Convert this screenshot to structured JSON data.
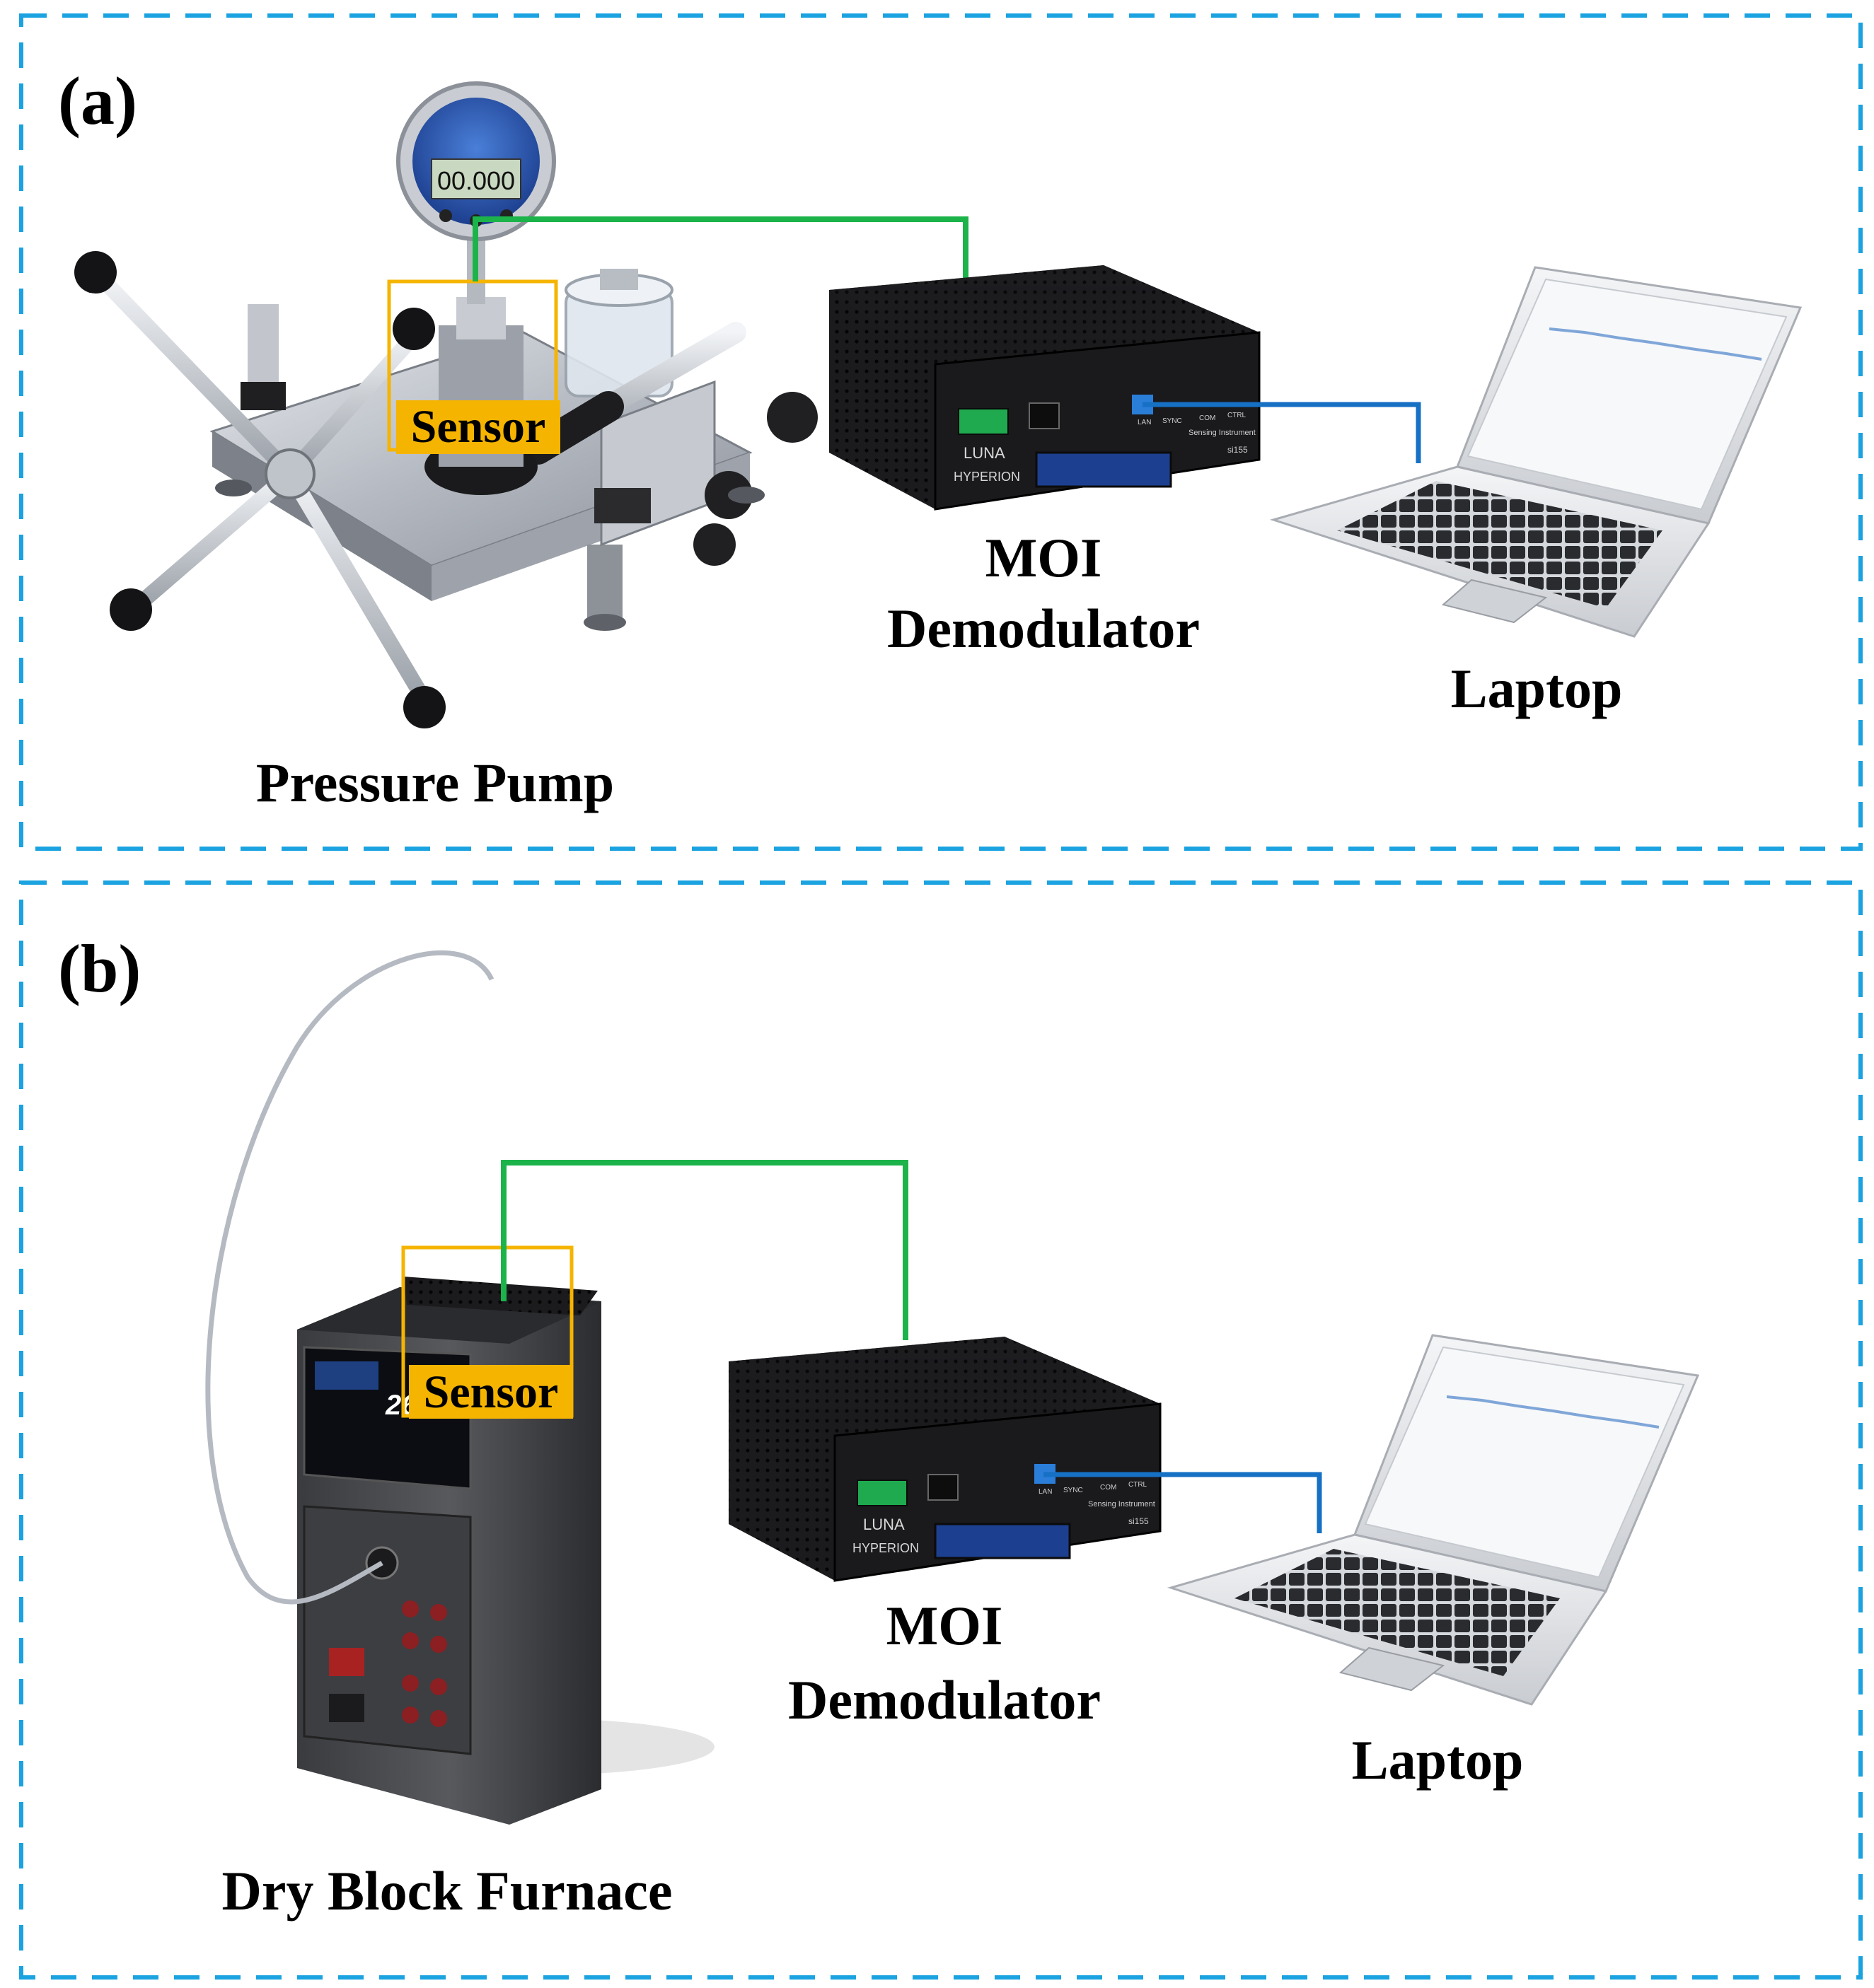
{
  "colors": {
    "frame": "#1aa3e0",
    "green_link": "#1cb34a",
    "blue_link": "#1670c4",
    "sensor_box": "#f5b400",
    "sensor_fill": "#f5b400"
  },
  "panel_a": {
    "tag": "(a)",
    "pump_label": "Pressure Pump",
    "sensor_label": "Sensor",
    "gauge_reading": "00.000",
    "demod_label_line1": "MOI",
    "demod_label_line2": "Demodulator",
    "laptop_label": "Laptop",
    "demod_brand": "LUNA",
    "demod_brand2": "HYPERION",
    "demod_panel_text": "Sensing Instrument",
    "demod_model": "si155",
    "demod_ports": [
      "LAN",
      "SYNC",
      "COM",
      "CTRL"
    ]
  },
  "panel_b": {
    "tag": "(b)",
    "furnace_label": "Dry Block Furnace",
    "sensor_label": "Sensor",
    "furnace_reading": "26",
    "demod_label_line1": "MOI",
    "demod_label_line2": "Demodulator",
    "laptop_label": "Laptop",
    "demod_brand": "LUNA",
    "demod_brand2": "HYPERION",
    "demod_panel_text": "Sensing Instrument",
    "demod_model": "si155",
    "demod_ports": [
      "LAN",
      "SYNC",
      "COM",
      "CTRL"
    ]
  }
}
